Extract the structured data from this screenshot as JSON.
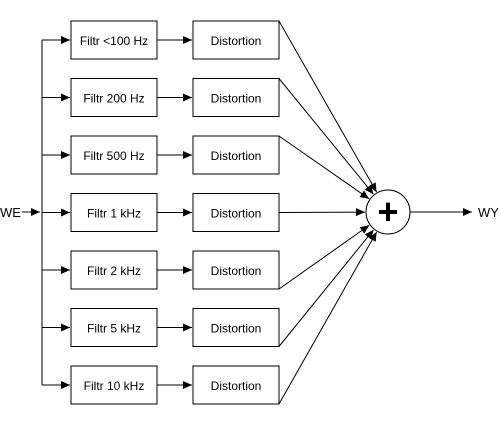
{
  "input_label": "WE",
  "output_label": "WY",
  "summing_symbol": "+",
  "bands": [
    {
      "filter": "Filtr <100 Hz",
      "process": "Distortion"
    },
    {
      "filter": "Filtr 200 Hz",
      "process": "Distortion"
    },
    {
      "filter": "Filtr 500 Hz",
      "process": "Distortion"
    },
    {
      "filter": "Filtr 1 kHz",
      "process": "Distortion"
    },
    {
      "filter": "Filtr 2 kHz",
      "process": "Distortion"
    },
    {
      "filter": "Filtr 5 kHz",
      "process": "Distortion"
    },
    {
      "filter": "Filtr 10 kHz",
      "process": "Distortion"
    }
  ]
}
